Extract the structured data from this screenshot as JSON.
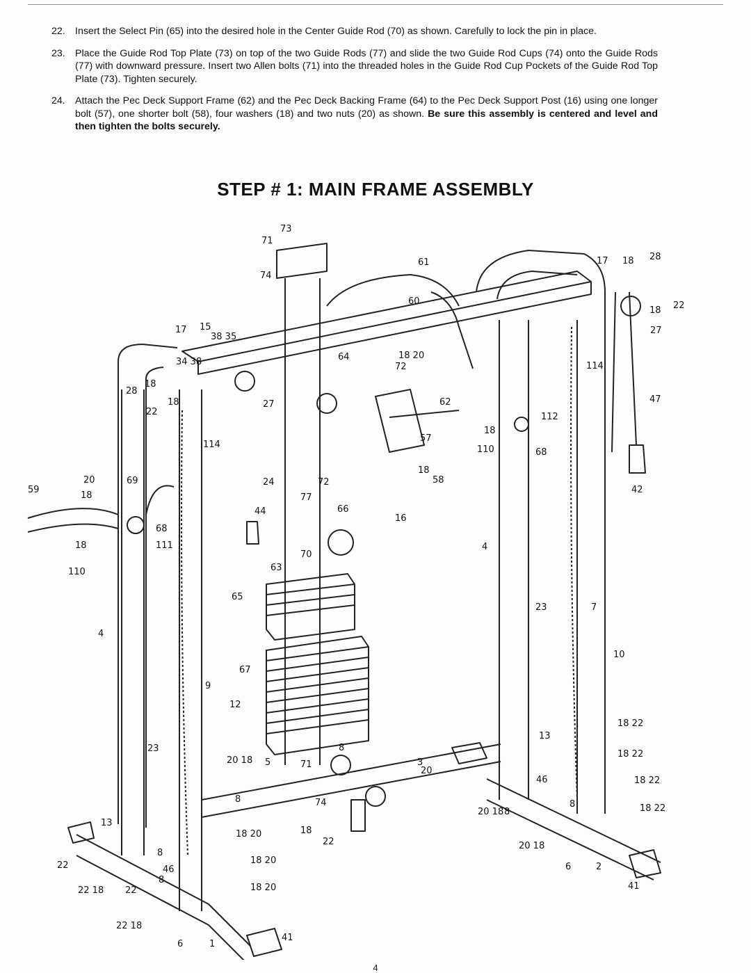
{
  "steps": [
    {
      "number": "22.",
      "text": "Insert the Select Pin (65) into the desired hole in the Center Guide Rod (70) as shown. Carefully to lock the pin in place.",
      "bold": ""
    },
    {
      "number": "23.",
      "text": "Place the Guide Rod Top Plate (73) on top of the two Guide Rods (77) and slide the two Guide Rod Cups (74) onto the Guide Rods (77) with downward pressure. Insert two Allen bolts (71) into the threaded holes in the Guide Rod Cup Pockets of the Guide Rod Top Plate (73). Tighten securely.",
      "bold": ""
    },
    {
      "number": "24.",
      "text": "Attach the Pec Deck Support Frame (62) and the Pec Deck Backing Frame (64) to the Pec Deck Support Post (16) using one longer bolt (57), one shorter bolt (58), four washers (18) and two nuts (20) as shown. ",
      "bold": "Be sure this assembly is centered and level and then tighten the bolts securely."
    }
  ],
  "heading": "STEP # 1:  MAIN FRAME ASSEMBLY",
  "page_number": "4",
  "part_labels": {
    "p73": "73",
    "p71": "71",
    "p74": "74",
    "p61": "61",
    "p60": "60",
    "p17r": "17",
    "p18r": "18",
    "p28r": "28",
    "p18r2": "18",
    "p22r": "22",
    "p27r": "27",
    "p114r": "114",
    "p47": "47",
    "p17l": "17",
    "p15": "15",
    "p3835": "38 35",
    "p3438": "34 38",
    "p28l": "28",
    "p18l": "18",
    "p18l2": "18",
    "p22l": "22",
    "p27c": "27",
    "p114l": "114",
    "p64": "64",
    "p72": "72",
    "p1820a": "18 20",
    "p62": "62",
    "p57": "57",
    "p112": "112",
    "p18b": "18",
    "p110": "110",
    "p68r": "68",
    "p1858": "18",
    "p58": "58",
    "p42": "42",
    "p59": "59",
    "p69": "69",
    "p20l": "20",
    "p18l3": "18",
    "p68l": "68",
    "p18l4": "18",
    "p111": "111",
    "p110l": "110",
    "p24": "24",
    "p72b": "72",
    "p77": "77",
    "p44": "44",
    "p66": "66",
    "p16": "16",
    "p4r": "4",
    "p70": "70",
    "p63": "63",
    "p65": "65",
    "p23r": "23",
    "p7": "7",
    "p4l": "4",
    "p10": "10",
    "p67": "67",
    "p9": "9",
    "p12": "12",
    "p23l": "23",
    "p8a": "8",
    "p2018": "20 18",
    "p5": "5",
    "p71b": "71",
    "p3": "3",
    "p13r": "13",
    "p1822a": "18  22",
    "p1822b": "18  22",
    "p1822c": "18  22",
    "p1822d": "18  22",
    "p46r": "46",
    "p8r": "8",
    "p2018r": "20 18",
    "p8r2": "8",
    "p2018r2": "20 18",
    "p6r": "6",
    "p2r": "2",
    "p41r": "41",
    "p13l": "13",
    "p22bl": "22",
    "p8l": "8",
    "p46l": "46",
    "p8l2": "8",
    "p2218": "22   18",
    "p22l3": "22",
    "p1820b": "18 20",
    "p1820c": "18 20",
    "p1820d": "18 20",
    "p6l": "6",
    "p1l": "1",
    "p2218b": "22   18",
    "p41l": "41",
    "p20c": "20",
    "p18c": "18",
    "p22c": "22",
    "p74b": "74",
    "p8c": "8"
  }
}
